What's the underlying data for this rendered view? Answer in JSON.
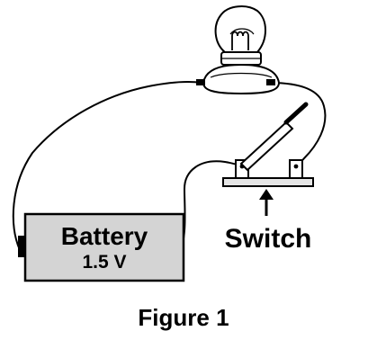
{
  "figure": {
    "caption": "Figure 1",
    "battery": {
      "label": "Battery",
      "voltage": "1.5 V"
    },
    "switch": {
      "label": "Switch",
      "state": "open"
    },
    "bulb": {
      "state": "off"
    }
  },
  "colors": {
    "line": "#000000",
    "battery_fill": "#d4d4d4",
    "base_fill": "#e6e6e6",
    "background": "#ffffff"
  }
}
